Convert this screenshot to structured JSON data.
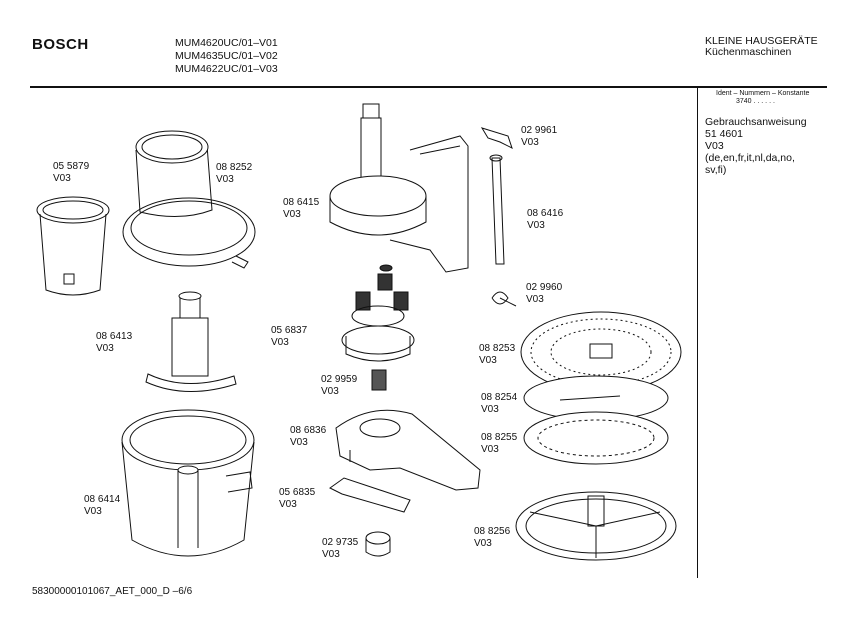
{
  "header": {
    "brand": "BOSCH",
    "models": [
      "MUM4620UC/01–V01",
      "MUM4635UC/01–V02",
      "MUM4622UC/01–V03"
    ],
    "category": [
      "KLEINE HAUSGERÄTE",
      "Küchenmaschinen"
    ]
  },
  "sidebar": {
    "ident_label": "Ident – Nummern – Konstante",
    "ident_value": "3740  . .  . . . .",
    "doc_lines": [
      "Gebrauchsanweisung",
      "51 4601",
      "V03",
      "(de,en,fr,it,nl,da,no,",
      "sv,fi)"
    ]
  },
  "parts": [
    {
      "number": "05 5879",
      "version": "V03"
    },
    {
      "number": "08 8252",
      "version": "V03"
    },
    {
      "number": "08 6413",
      "version": "V03"
    },
    {
      "number": "08 6414",
      "version": "V03"
    },
    {
      "number": "08 6415",
      "version": "V03"
    },
    {
      "number": "05 6837",
      "version": "V03"
    },
    {
      "number": "02 9959",
      "version": "V03"
    },
    {
      "number": "08 6836",
      "version": "V03"
    },
    {
      "number": "05 6835",
      "version": "V03"
    },
    {
      "number": "02 9735",
      "version": "V03"
    },
    {
      "number": "02 9961",
      "version": "V03"
    },
    {
      "number": "08 6416",
      "version": "V03"
    },
    {
      "number": "02 9960",
      "version": "V03"
    },
    {
      "number": "08 8253",
      "version": "V03"
    },
    {
      "number": "08 8254",
      "version": "V03"
    },
    {
      "number": "08 8255",
      "version": "V03"
    },
    {
      "number": "08 8256",
      "version": "V03"
    }
  ],
  "footer": {
    "text": "58300000101067_AET_000_D    –6/6"
  }
}
